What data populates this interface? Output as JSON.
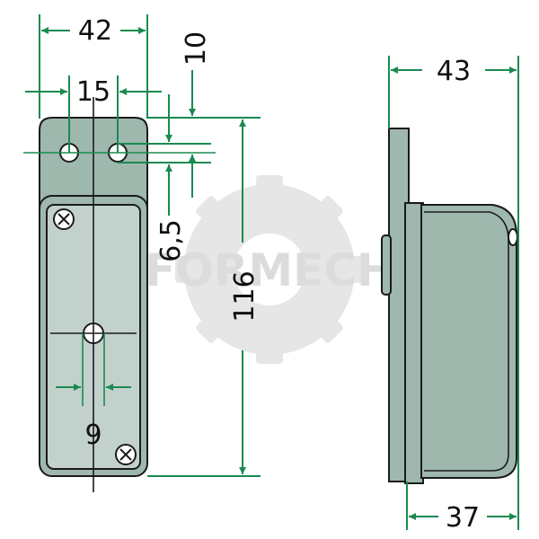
{
  "watermark": {
    "text": "FORMECH"
  },
  "dimensions": {
    "width_top": "42",
    "hole_spacing": "15",
    "hole_offset_top": "10",
    "hole_diameter": "6,5",
    "height_total": "116",
    "slot_width": "9",
    "depth_total": "43",
    "depth_body": "37"
  },
  "colors": {
    "part_fill": "#9eb8ae",
    "dimension_line": "#1a8a50",
    "outline": "#1b1b1b",
    "watermark": "#dcdcdc"
  }
}
